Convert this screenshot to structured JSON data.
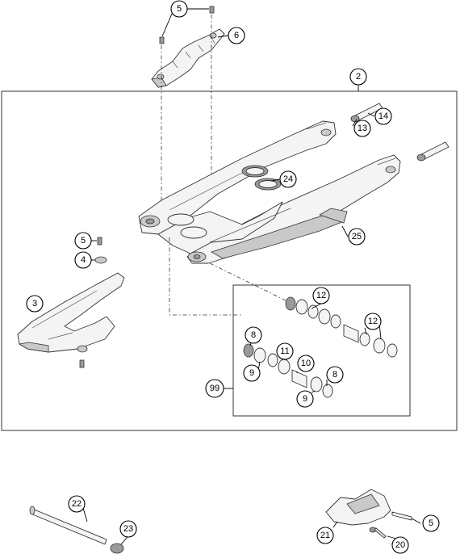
{
  "callouts": [
    {
      "id": "c5a",
      "label": "5"
    },
    {
      "id": "c6",
      "label": "6"
    },
    {
      "id": "c2",
      "label": "2"
    },
    {
      "id": "c14",
      "label": "14"
    },
    {
      "id": "c13",
      "label": "13"
    },
    {
      "id": "c24",
      "label": "24"
    },
    {
      "id": "c25",
      "label": "25"
    },
    {
      "id": "c5b",
      "label": "5"
    },
    {
      "id": "c4",
      "label": "4"
    },
    {
      "id": "c3",
      "label": "3"
    },
    {
      "id": "c12a",
      "label": "12"
    },
    {
      "id": "c12b",
      "label": "12"
    },
    {
      "id": "c8a",
      "label": "8"
    },
    {
      "id": "c11",
      "label": "11"
    },
    {
      "id": "c10",
      "label": "10"
    },
    {
      "id": "c9a",
      "label": "9"
    },
    {
      "id": "c8b",
      "label": "8"
    },
    {
      "id": "c9b",
      "label": "9"
    },
    {
      "id": "c99",
      "label": "99"
    },
    {
      "id": "c22",
      "label": "22"
    },
    {
      "id": "c23",
      "label": "23"
    },
    {
      "id": "c5c",
      "label": "5"
    },
    {
      "id": "c21",
      "label": "21"
    },
    {
      "id": "c20",
      "label": "20"
    }
  ]
}
